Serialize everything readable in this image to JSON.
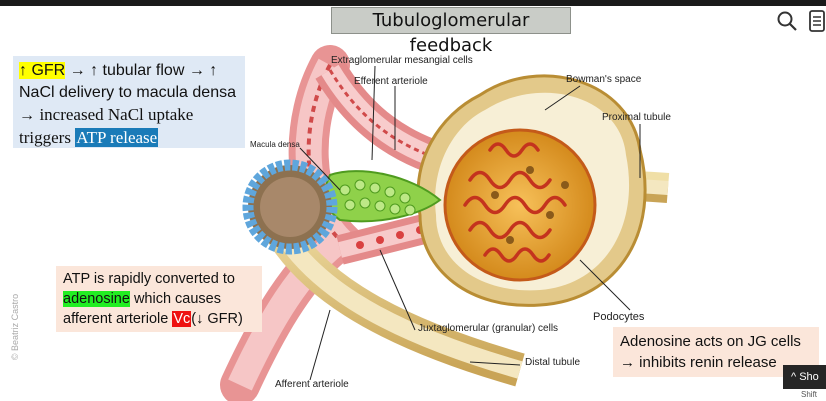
{
  "title": "Tubuloglomerular feedback",
  "box1": {
    "part1": "↑ GFR",
    "part2": " → ↑ tubular flow → ↑ NaCl delivery to macula densa → ",
    "part3": "increased NaCl uptake triggers ",
    "part4": "ATP release"
  },
  "box2": {
    "part1": "ATP is rapidly converted to ",
    "part2": "adenosine",
    "part3": " which causes afferent arteriole ",
    "part4": "Vc",
    "part5": "(↓ GFR)"
  },
  "box3": {
    "line1": "Adenosine acts on JG cells",
    "line2": "→ inhibits renin release"
  },
  "labels": {
    "extraglomerular": "Extraglomerular mesangial cells",
    "efferent": "Efferent arteriole",
    "bowman": "Bowman's space",
    "proximal": "Proximal tubule",
    "macula": "Macula densa",
    "podocytes": "Podocytes",
    "juxtaglomerular": "Juxtaglomerular (granular) cells",
    "distal": "Distal tubule",
    "afferent": "Afferent arteriole"
  },
  "credit": "© Beatriz Castro",
  "shortcut": "^ Sho",
  "shortcut_sub": "Shift",
  "icons": [
    "search-icon",
    "menu-icon"
  ],
  "colors": {
    "yellow_highlight": "#ffff00",
    "blue_highlight": "#1a7bb8",
    "green_highlight": "#22ee22",
    "red_highlight": "#ee1111"
  }
}
